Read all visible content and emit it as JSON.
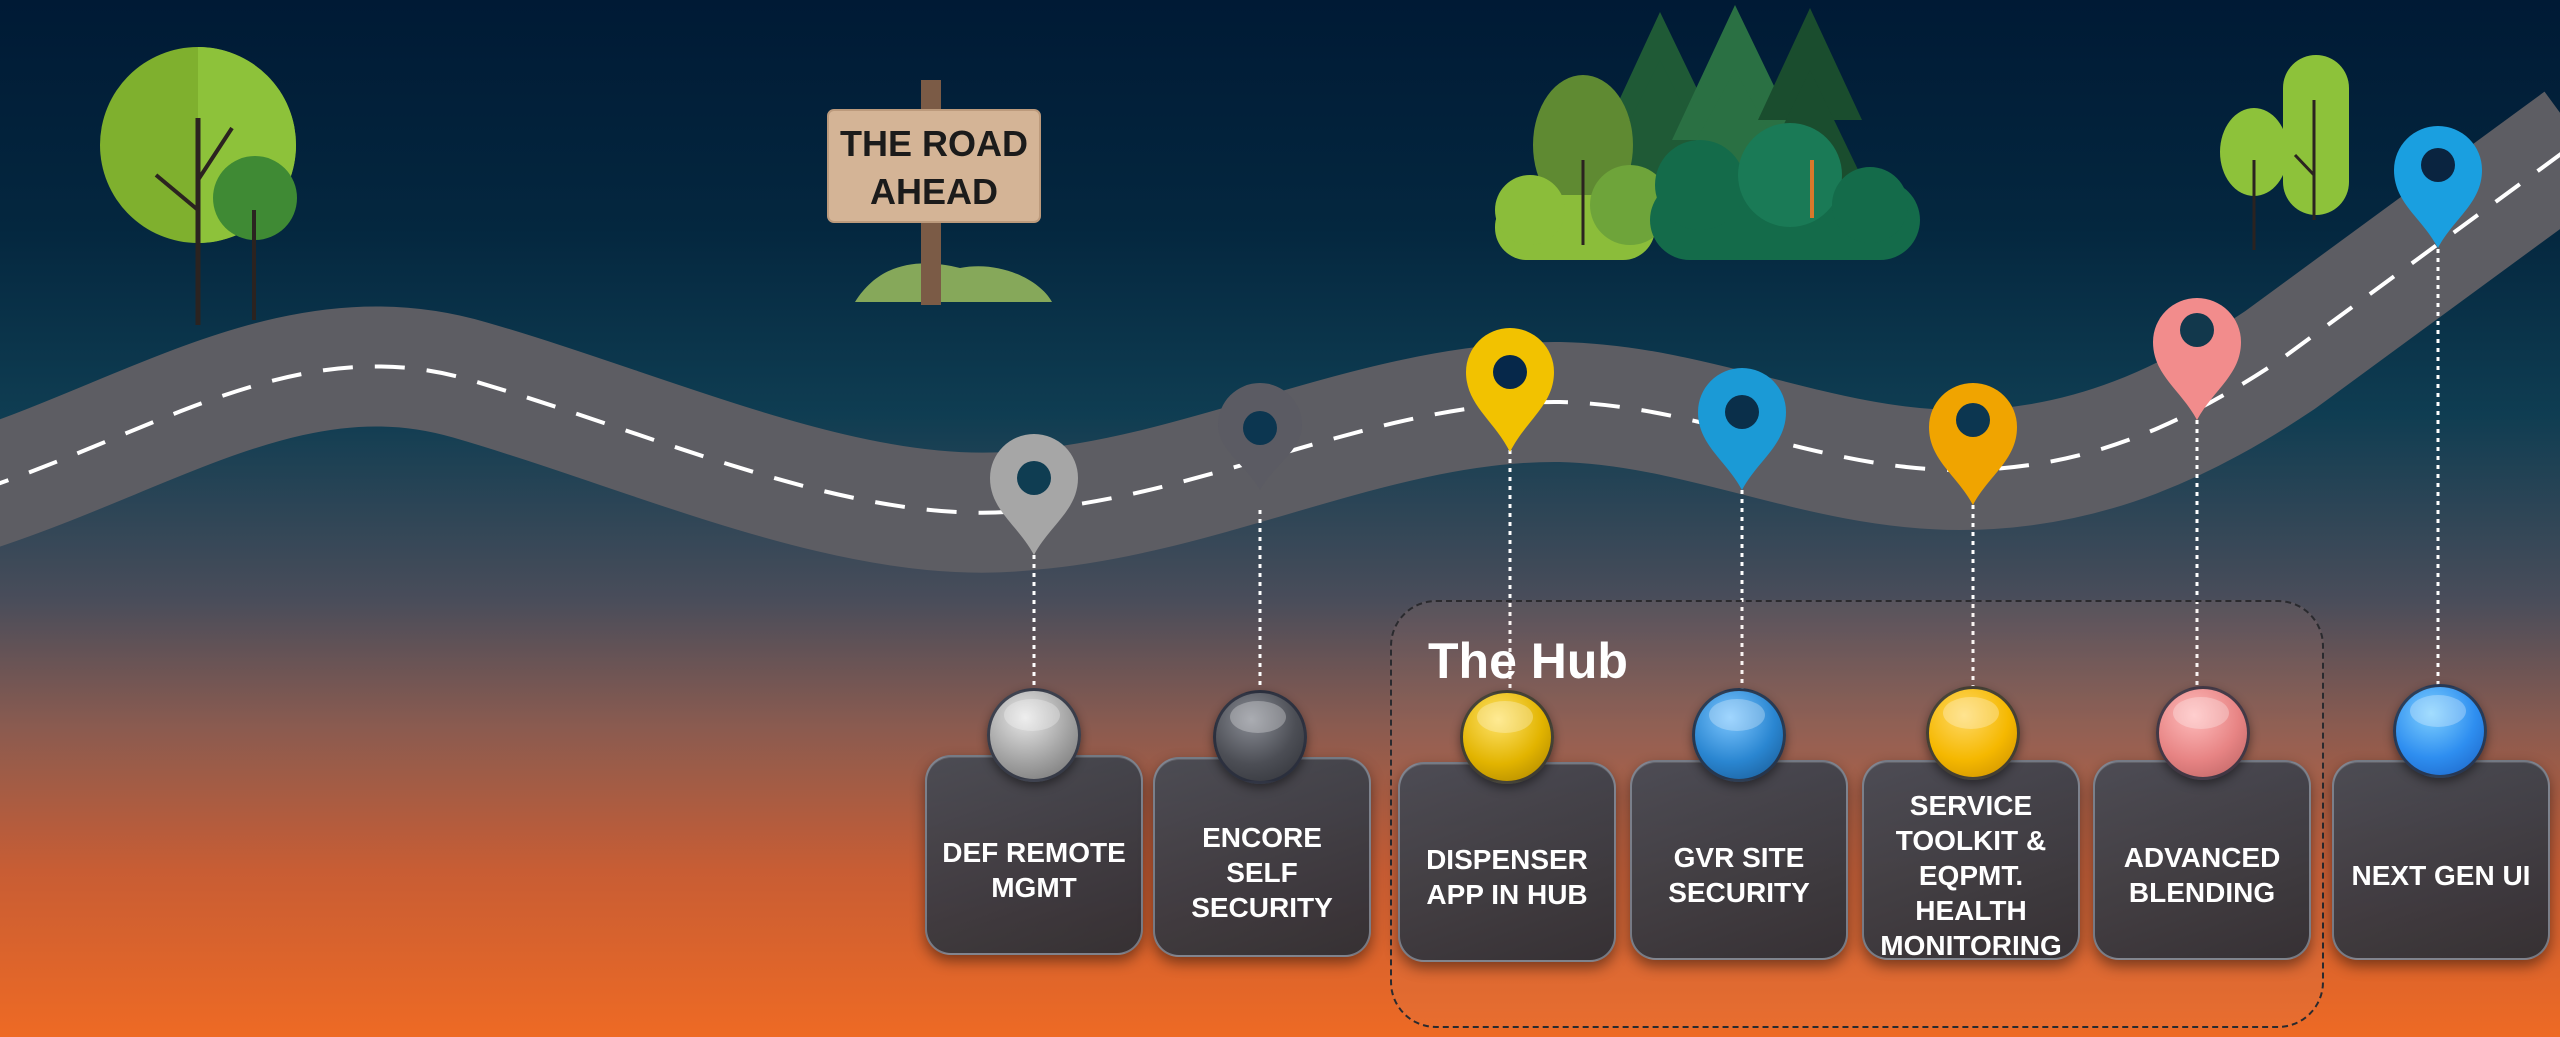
{
  "sign": {
    "line1": "THE ROAD",
    "line2": "AHEAD"
  },
  "hub": {
    "title": "The Hub"
  },
  "colors": {
    "road": "#5d5d63",
    "road_dash": "#ffffff",
    "milestones": [
      "#a6a6a6",
      "#5b5b63",
      "#f2c200",
      "#1b9ad6",
      "#f0a400",
      "#f28c8c",
      "#1a9fe0"
    ]
  },
  "milestones": [
    {
      "label": "DEF REMOTE\nMGMT",
      "color": "#a6a6a6",
      "orb_icon": "grey-sphere-icon"
    },
    {
      "label": "ENCORE\nSELF\nSECURITY",
      "color": "#5b5b63",
      "orb_icon": "dark-grey-sphere-icon"
    },
    {
      "label": "DISPENSER\nAPP IN HUB",
      "color": "#f2c200",
      "orb_icon": "gold-sphere-icon"
    },
    {
      "label": "GVR SITE\nSECURITY",
      "color": "#1b9ad6",
      "orb_icon": "blue-sphere-icon"
    },
    {
      "label": "SERVICE\nTOOLKIT &\nEQPMT.\nHEALTH\nMONITORING",
      "color": "#f0a400",
      "orb_icon": "yellow-sphere-icon"
    },
    {
      "label": "ADVANCED\nBLENDING",
      "color": "#f28c8c",
      "orb_icon": "pink-sphere-icon"
    },
    {
      "label": "NEXT GEN UI",
      "color": "#1a9fe0",
      "orb_icon": "bright-blue-sphere-icon"
    }
  ],
  "decorations": [
    "tree-icon",
    "tree-icon",
    "pine-forest-icon",
    "bush-icon",
    "signpost-icon",
    "location-pin-icon"
  ]
}
